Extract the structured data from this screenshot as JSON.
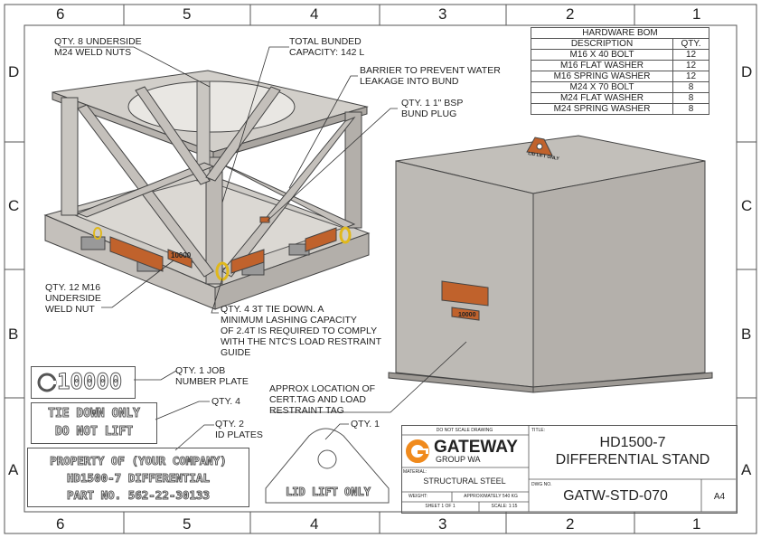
{
  "zones": {
    "columns": [
      "6",
      "5",
      "4",
      "3",
      "2",
      "1"
    ],
    "rows": [
      "D",
      "C",
      "B",
      "A"
    ]
  },
  "bom": {
    "title": "HARDWARE BOM",
    "headers": [
      "DESCRIPTION",
      "QTY."
    ],
    "rows": [
      [
        "M16 X 40 BOLT",
        "12"
      ],
      [
        "M16 FLAT WASHER",
        "12"
      ],
      [
        "M16 SPRING WASHER",
        "12"
      ],
      [
        "M24 X 70 BOLT",
        "8"
      ],
      [
        "M24 FLAT WASHER",
        "8"
      ],
      [
        "M24 SPRING WASHER",
        "8"
      ]
    ]
  },
  "notes": {
    "weld_nuts_m24": "QTY. 8 UNDERSIDE\nM24 WELD NUTS",
    "bund_capacity": "TOTAL BUNDED\nCAPACITY: 142 L",
    "barrier": "BARRIER TO PREVENT WATER\nLEAKAGE INTO BUND",
    "bund_plug": "QTY. 1 1\" BSP\nBUND PLUG",
    "weld_nut_m16": "QTY. 12 M16\nUNDERSIDE\nWELD NUT",
    "tie_down": "QTY. 4 3T TIE DOWN. A\nMINIMUM LASHING CAPACITY\nOF 2.4T IS REQUIRED TO COMPLY\nWITH THE NTC'S LOAD RESTRAINT\nGUIDE",
    "job_plate": "QTY. 1 JOB\nNUMBER PLATE",
    "qty4": "QTY. 4",
    "id_plates": "QTY. 2\nID PLATES",
    "qty1": "QTY. 1",
    "cert_tag": "APPROX LOCATION OF\nCERT.TAG AND LOAD\nRESTRAINT TAG"
  },
  "plates": {
    "job_number": "10000",
    "tie_down_line1": "TIE DOWN ONLY",
    "tie_down_line2": "DO NOT LIFT",
    "id_line1": "PROPERTY OF (YOUR COMPANY)",
    "id_line2": "HD1500-7 DIFFERENTIAL",
    "id_line3": "PART NO. 562-22-30133",
    "lid_lift": "LID LIFT ONLY",
    "small_lid": "LID LIFT ONLY",
    "small_job": "10000"
  },
  "title_block": {
    "do_not_scale": "DO NOT SCALE DRAWING",
    "logo_name": "GATEWAY",
    "logo_sub": "GROUP WA",
    "material_label": "MATERIAL:",
    "material": "STRUCTURAL STEEL",
    "weight_label": "WEIGHT:",
    "weight": "APPROXIMATELY 540 KG",
    "sheet": "SHEET 1 OF 1",
    "scale": "SCALE: 1:15",
    "title_label": "TITLE:",
    "title_line1": "HD1500-7",
    "title_line2": "DIFFERENTIAL STAND",
    "dwg_label": "DWG NO.",
    "dwg_no": "GATW-STD-070",
    "size": "A4"
  },
  "colors": {
    "steel": "#c9c6c1",
    "steel_dark": "#a9a5a0",
    "steel_light": "#dedbd6",
    "plate": "#c0622c",
    "logo": "#f08a1c"
  }
}
